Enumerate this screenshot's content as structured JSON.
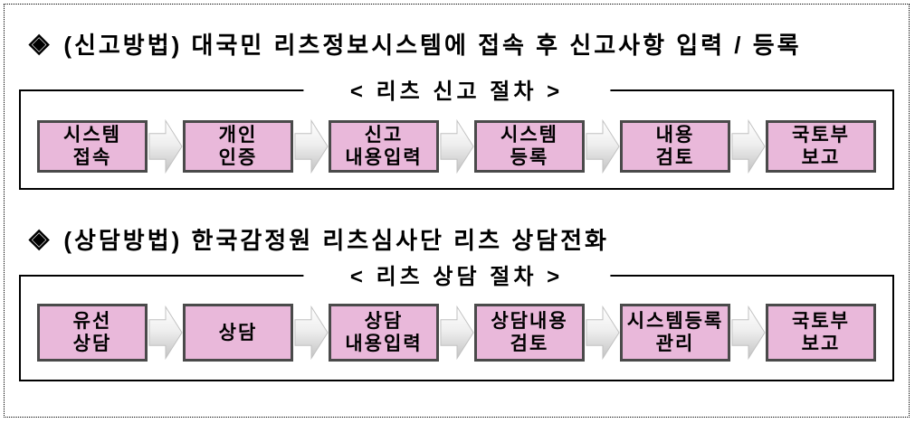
{
  "colors": {
    "box_fill": "#e9b8da",
    "box_border": "#4a4a4a",
    "arrow_light": "#ffffff",
    "arrow_mid": "#efefef",
    "arrow_dark": "#c3c3c3",
    "frame_border": "#000000",
    "text": "#000000"
  },
  "sections": [
    {
      "bullet": "◈",
      "title": "(신고방법) 대국민 리츠정보시스템에 접속 후 신고사항 입력 / 등록",
      "flow": {
        "legend": "< 리츠 신고 절차 >",
        "steps": [
          {
            "label": "시스템\n접속"
          },
          {
            "label": "개인\n인증"
          },
          {
            "label": "신고\n내용입력"
          },
          {
            "label": "시스템\n등록"
          },
          {
            "label": "내용\n검토"
          },
          {
            "label": "국토부\n보고"
          }
        ]
      }
    },
    {
      "bullet": "◈",
      "title": "(상담방법) 한국감정원 리츠심사단 리츠 상담전화",
      "flow": {
        "legend": "< 리츠 상담 절차 >",
        "steps": [
          {
            "label": "유선\n상담"
          },
          {
            "label": "상담"
          },
          {
            "label": "상담\n내용입력"
          },
          {
            "label": "상담내용\n검토"
          },
          {
            "label": "시스템등록\n관리"
          },
          {
            "label": "국토부\n보고"
          }
        ]
      }
    }
  ]
}
